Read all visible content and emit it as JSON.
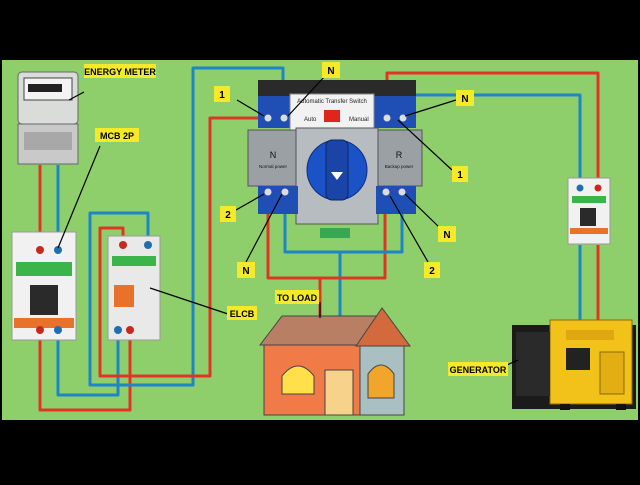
{
  "labels": {
    "energy_meter": "ENERGY METER",
    "mcb_2p": "MCB 2P",
    "elcb": "ELCB",
    "to_load": "TO LOAD",
    "generator": "GENERATOR"
  },
  "ats": {
    "title": "Automatic Transfer Switch",
    "auto": "Auto",
    "manual": "Manual",
    "n_panel": "N",
    "r_panel": "R",
    "normal_power": "Normal power",
    "reserve_power": "Backup power"
  },
  "markers": {
    "top_left_1": "1",
    "top_n": "N",
    "right_n": "N",
    "right_1": "1",
    "left_2": "2",
    "bottom_n_left": "N",
    "bottom_n_right": "N",
    "bottom_2": "2"
  },
  "colors": {
    "background": "#8fcf6b",
    "live_wire": "#e03424",
    "neutral_wire": "#1e86c6",
    "tag_fill": "#f5ea2a"
  }
}
